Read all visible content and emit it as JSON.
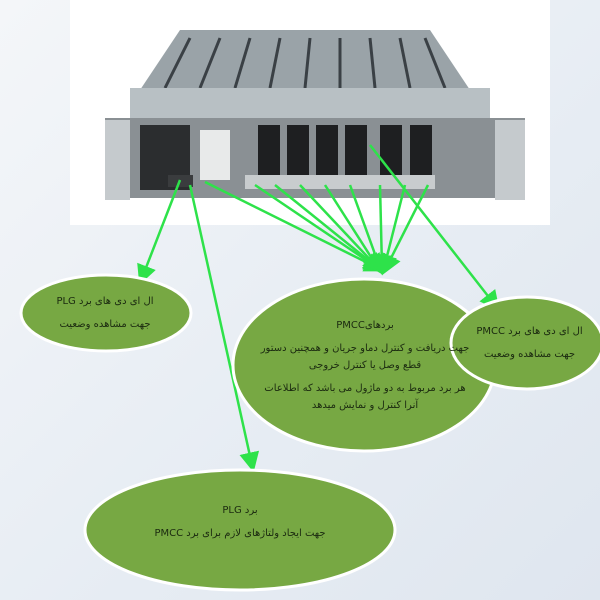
{
  "colors": {
    "bubble": "#77a843",
    "arrow": "#2ee24a",
    "border": "#ffffff"
  },
  "photo": {
    "subject": "rack-chassis-with-boards"
  },
  "bubbles": {
    "plg_led": {
      "title": "ال ای دی های برد PLG",
      "desc": "جهت مشاهده وضعیت"
    },
    "pmcc_boards": {
      "title": "بردهایPMCC",
      "desc1": "جهت دریافت و کنترل دماو جریان و همچنین دستور قطع وصل یا کنترل خروجی",
      "desc2": "هر برد مربوط به دو ماژول می باشد که اطلاعات آنرا کنترل و نمایش میدهد"
    },
    "pmcc_led": {
      "title": "ال ای دی های برد PMCC",
      "desc": "جهت مشاهده وضعیت"
    },
    "plg_board": {
      "title": "برد PLG",
      "desc": "جهت ایجاد ولتاژهای لازم برای برد PMCC"
    }
  }
}
